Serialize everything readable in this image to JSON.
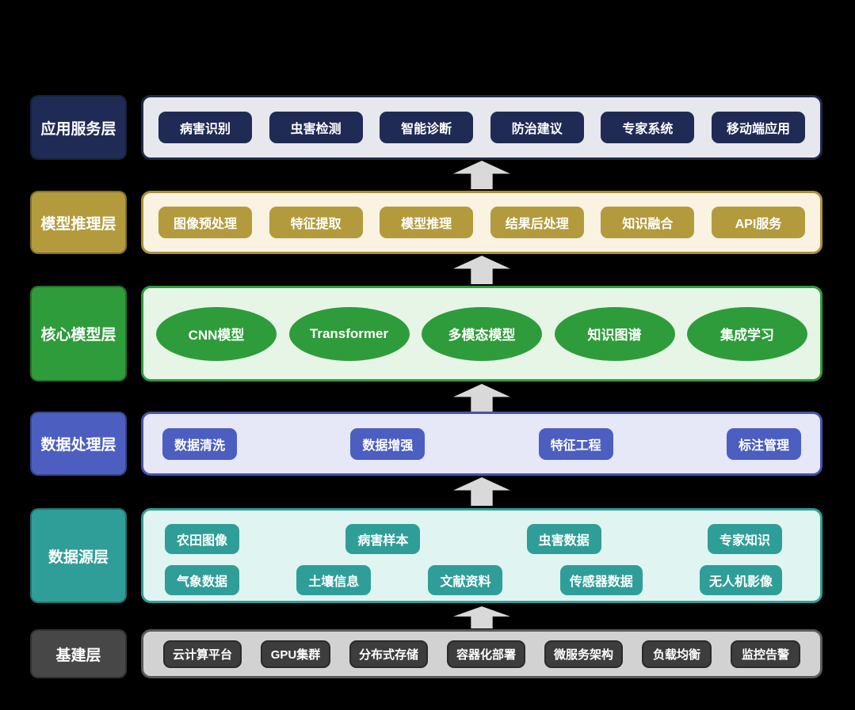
{
  "diagram": {
    "background": "#000000",
    "arrow_color": "#d9d9d9",
    "layers": [
      {
        "label": "应用服务层",
        "accent": "#1f2b54",
        "container_bg": "#e7e7ee",
        "border": "#1e2a4e",
        "items": [
          "病害识别",
          "虫害检测",
          "智能诊断",
          "防治建议",
          "专家系统",
          "移动端应用"
        ]
      },
      {
        "label": "模型推理层",
        "accent": "#b39b3d",
        "container_bg": "#faf3e2",
        "border": "#ab9138",
        "items": [
          "图像预处理",
          "特征提取",
          "模型推理",
          "结果后处理",
          "知识融合",
          "API服务"
        ]
      },
      {
        "label": "核心模型层",
        "accent": "#2e9c3a",
        "container_bg": "#e7f5e7",
        "border": "#2e9c3a",
        "items": [
          "CNN模型",
          "Transformer",
          "多模态模型",
          "知识图谱",
          "集成学习"
        ]
      },
      {
        "label": "数据处理层",
        "accent": "#4c5fc0",
        "container_bg": "#e6e8f8",
        "border": "#4454ae",
        "items": [
          "数据清洗",
          "数据增强",
          "特征工程",
          "标注管理"
        ]
      },
      {
        "label": "数据源层",
        "accent": "#2f9e98",
        "container_bg": "#e0f4f2",
        "border": "#2f9e98",
        "items_row1": [
          "农田图像",
          "病害样本",
          "虫害数据",
          "专家知识"
        ],
        "items_row2": [
          "气象数据",
          "土壤信息",
          "文献资料",
          "传感器数据",
          "无人机影像"
        ]
      },
      {
        "label": "基建层",
        "accent": "#3d3d3d",
        "label_bg": "#474747",
        "container_bg": "#d2d2d2",
        "border": "#5a5a5a",
        "items": [
          "云计算平台",
          "GPU集群",
          "分布式存储",
          "容器化部署",
          "微服务架构",
          "负载均衡",
          "监控告警"
        ]
      }
    ]
  }
}
